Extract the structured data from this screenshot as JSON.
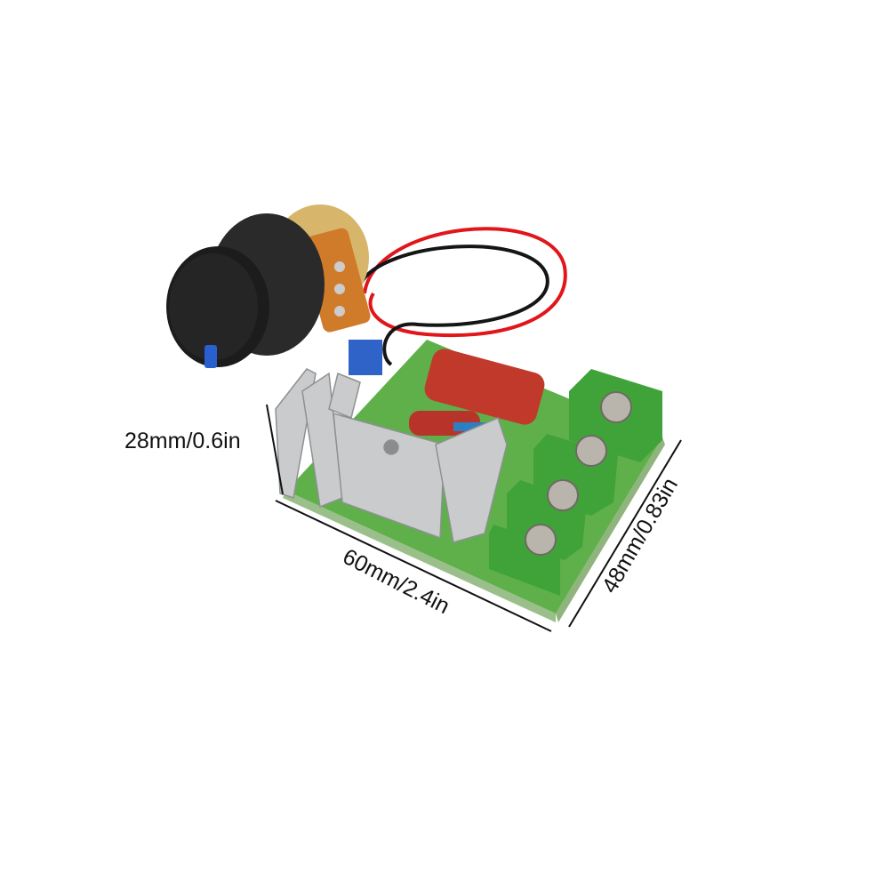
{
  "product": {
    "dimensions": {
      "height_label": "28mm/0.6in",
      "length_label": "60mm/2.4in",
      "width_label": "48mm/0.83in"
    },
    "colors": {
      "pcb": "#5fb04a",
      "terminal": "#3fa33a",
      "heatsink": "#c9cbcc",
      "knob": "#1c1c1c",
      "capacitor": "#c0392b",
      "wire_red": "#e0161b",
      "wire_black": "#151515"
    }
  }
}
